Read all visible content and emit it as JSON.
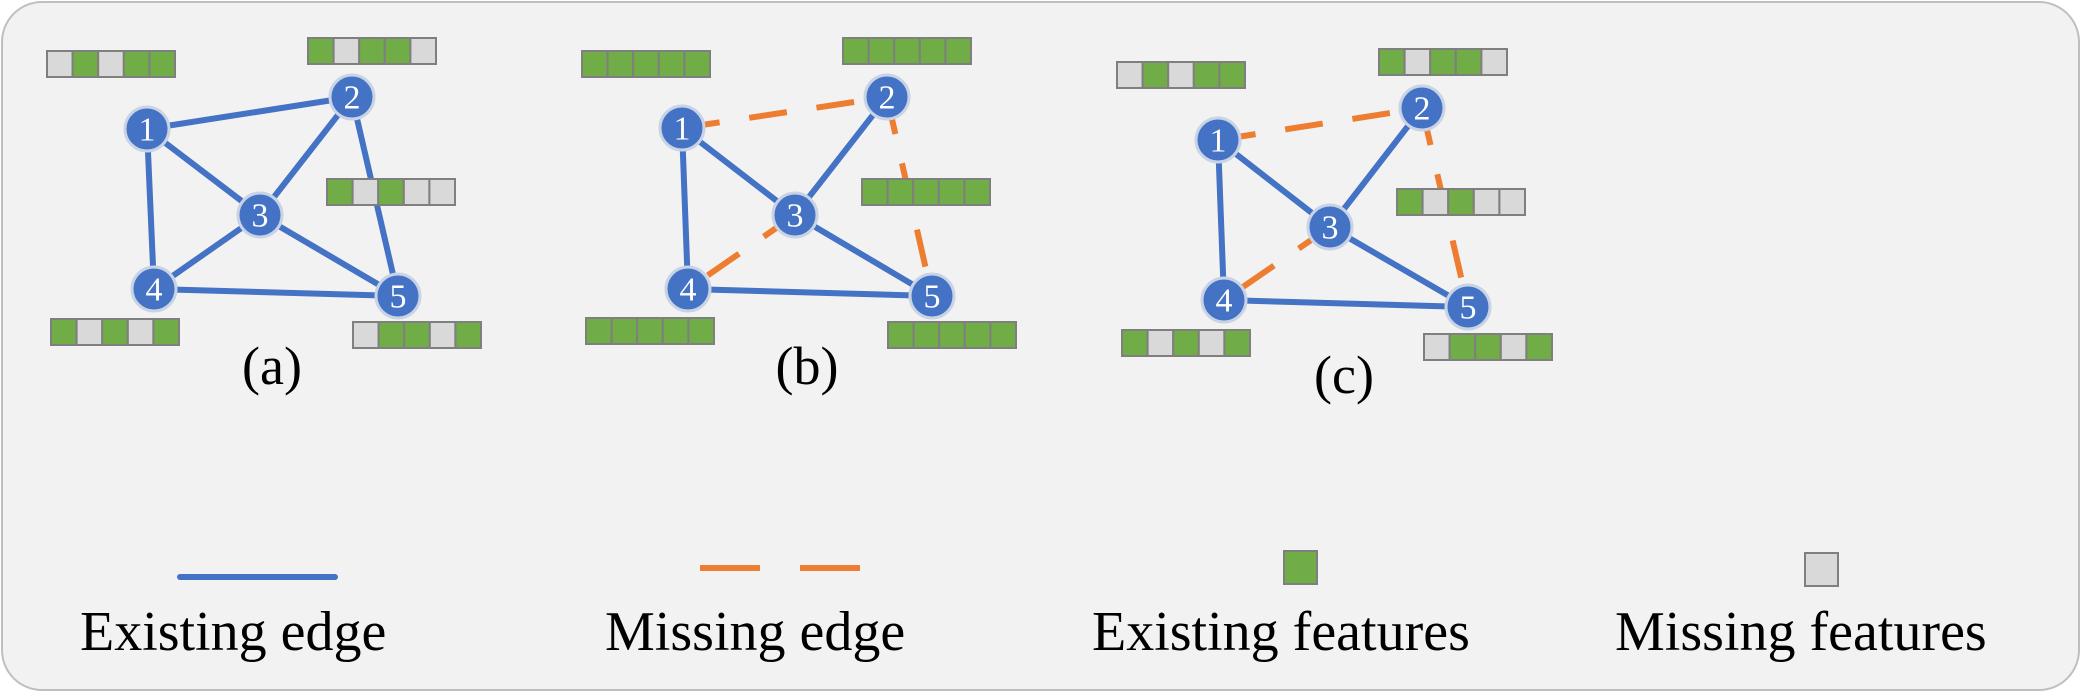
{
  "colors": {
    "existing_edge": "#4472c4",
    "missing_edge": "#ed7d31",
    "existing_feature": "#70ad47",
    "missing_feature": "#d9d9d9",
    "node": "#4472c4",
    "background": "#f2f2f2"
  },
  "panels": [
    {
      "label": "(a)",
      "nodes": [
        {
          "id": "1",
          "label": "1"
        },
        {
          "id": "2",
          "label": "2"
        },
        {
          "id": "3",
          "label": "3"
        },
        {
          "id": "4",
          "label": "4"
        },
        {
          "id": "5",
          "label": "5"
        }
      ],
      "edges": [
        {
          "from": "1",
          "to": "2",
          "status": "existing"
        },
        {
          "from": "1",
          "to": "3",
          "status": "existing"
        },
        {
          "from": "1",
          "to": "4",
          "status": "existing"
        },
        {
          "from": "2",
          "to": "3",
          "status": "existing"
        },
        {
          "from": "2",
          "to": "5",
          "status": "existing"
        },
        {
          "from": "3",
          "to": "4",
          "status": "existing"
        },
        {
          "from": "3",
          "to": "5",
          "status": "existing"
        },
        {
          "from": "4",
          "to": "5",
          "status": "existing"
        }
      ],
      "features": {
        "1": [
          0,
          1,
          0,
          1,
          1
        ],
        "2": [
          1,
          0,
          1,
          1,
          0
        ],
        "3": [
          1,
          0,
          1,
          0,
          0
        ],
        "4": [
          1,
          0,
          1,
          0,
          1
        ],
        "5": [
          0,
          1,
          1,
          0,
          1
        ]
      }
    },
    {
      "label": "(b)",
      "nodes": [
        {
          "id": "1",
          "label": "1"
        },
        {
          "id": "2",
          "label": "2"
        },
        {
          "id": "3",
          "label": "3"
        },
        {
          "id": "4",
          "label": "4"
        },
        {
          "id": "5",
          "label": "5"
        }
      ],
      "edges": [
        {
          "from": "1",
          "to": "2",
          "status": "missing"
        },
        {
          "from": "1",
          "to": "3",
          "status": "existing"
        },
        {
          "from": "1",
          "to": "4",
          "status": "existing"
        },
        {
          "from": "2",
          "to": "3",
          "status": "existing"
        },
        {
          "from": "2",
          "to": "5",
          "status": "missing"
        },
        {
          "from": "3",
          "to": "4",
          "status": "missing"
        },
        {
          "from": "3",
          "to": "5",
          "status": "existing"
        },
        {
          "from": "4",
          "to": "5",
          "status": "existing"
        }
      ],
      "features": {
        "1": [
          1,
          1,
          1,
          1,
          1
        ],
        "2": [
          1,
          1,
          1,
          1,
          1
        ],
        "3": [
          1,
          1,
          1,
          1,
          1
        ],
        "4": [
          1,
          1,
          1,
          1,
          1
        ],
        "5": [
          1,
          1,
          1,
          1,
          1
        ]
      }
    },
    {
      "label": "(c)",
      "nodes": [
        {
          "id": "1",
          "label": "1"
        },
        {
          "id": "2",
          "label": "2"
        },
        {
          "id": "3",
          "label": "3"
        },
        {
          "id": "4",
          "label": "4"
        },
        {
          "id": "5",
          "label": "5"
        }
      ],
      "edges": [
        {
          "from": "1",
          "to": "2",
          "status": "missing"
        },
        {
          "from": "1",
          "to": "3",
          "status": "existing"
        },
        {
          "from": "1",
          "to": "4",
          "status": "existing"
        },
        {
          "from": "2",
          "to": "3",
          "status": "existing"
        },
        {
          "from": "2",
          "to": "5",
          "status": "missing"
        },
        {
          "from": "3",
          "to": "4",
          "status": "missing"
        },
        {
          "from": "3",
          "to": "5",
          "status": "existing"
        },
        {
          "from": "4",
          "to": "5",
          "status": "existing"
        }
      ],
      "features": {
        "1": [
          0,
          1,
          0,
          1,
          1
        ],
        "2": [
          1,
          0,
          1,
          1,
          0
        ],
        "3": [
          1,
          0,
          1,
          0,
          0
        ],
        "4": [
          1,
          0,
          1,
          0,
          1
        ],
        "5": [
          0,
          1,
          1,
          0,
          1
        ]
      }
    }
  ],
  "legend": {
    "existing_edge": "Existing edge",
    "missing_edge": "Missing edge",
    "existing_features": "Existing features",
    "missing_features": "Missing features"
  }
}
